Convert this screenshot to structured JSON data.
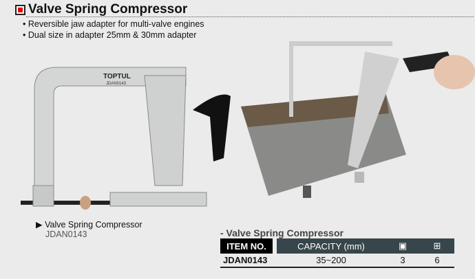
{
  "header": {
    "title": "Valve Spring Compressor",
    "bullets": [
      "Reversible jaw adapter for multi-valve engines",
      "Dual size in adapter 25mm & 30mm adapter"
    ]
  },
  "product": {
    "logo": "TOPTUL",
    "engraving": "JDAN0143",
    "caption": "Valve Spring Compressor",
    "code": "JDAN0143"
  },
  "spec": {
    "subtitle": "- Valve Spring Compressor",
    "columns": [
      "ITEM NO.",
      "CAPACITY (mm)",
      "inner-box-icon",
      "carton-icon"
    ],
    "rows": [
      [
        "JDAN0143",
        "35~200",
        "3",
        "6"
      ]
    ]
  }
}
